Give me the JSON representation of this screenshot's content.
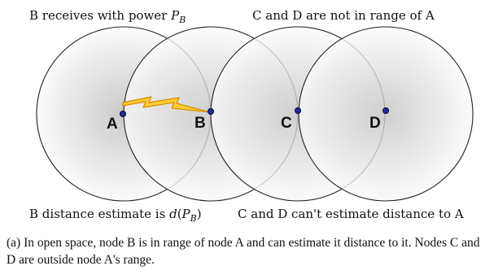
{
  "labels": {
    "top_left_prefix": "B receives with power ",
    "top_left_math_base": "P",
    "top_left_math_sub": "B",
    "top_right": "C and D are not in range of A",
    "bottom_left_prefix": "B distance estimate is ",
    "bottom_left_math_fn": "d",
    "bottom_left_math_base": "P",
    "bottom_left_math_sub": "B",
    "bottom_right": "C and D can't estimate distance to A"
  },
  "nodes": [
    {
      "id": "A",
      "label": "A"
    },
    {
      "id": "B",
      "label": "B"
    },
    {
      "id": "C",
      "label": "C"
    },
    {
      "id": "D",
      "label": "D"
    }
  ],
  "colors": {
    "circle_center": "#c4c4c4",
    "circle_edge": "#fafafa",
    "node_dot": "#1f2a9e",
    "bolt_fill": "#ffcc33",
    "bolt_stroke": "#d98a00"
  },
  "caption": {
    "text": "(a) In open space, node B is in range of node A and can estimate it distance to it. Nodes C and D are outside node A's range."
  }
}
